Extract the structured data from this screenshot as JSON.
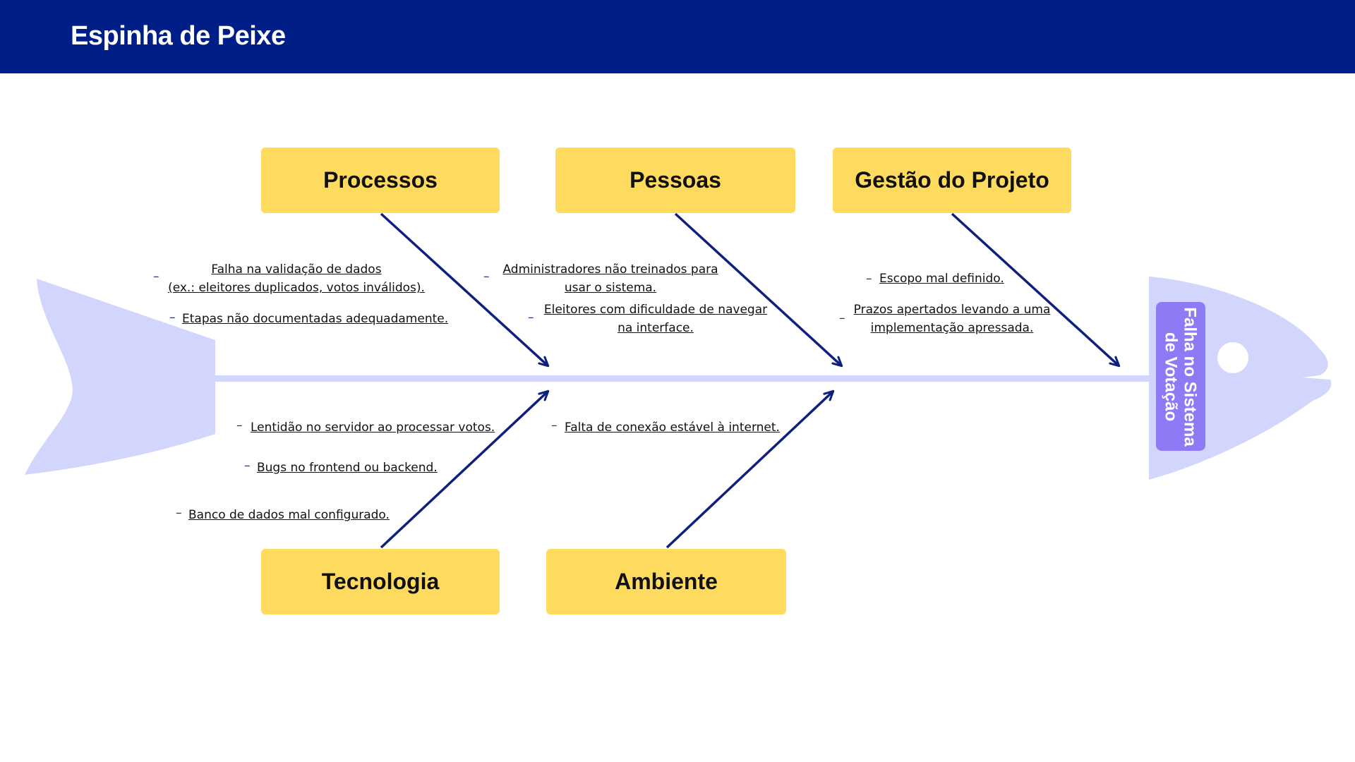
{
  "header": {
    "title": "Espinha de Peixe"
  },
  "problem": {
    "line1": "Falha no Sistema",
    "line2": "de Votação"
  },
  "categories": {
    "processos": {
      "label": "Processos",
      "causes": [
        {
          "line1": "Falha na validação de dados",
          "line2": "(ex.: eleitores duplicados, votos inválidos)."
        },
        {
          "line1": "Etapas não documentadas adequadamente."
        }
      ]
    },
    "pessoas": {
      "label": "Pessoas",
      "causes": [
        {
          "line1": "Administradores não treinados para",
          "line2": "usar o sistema."
        },
        {
          "line1": "Eleitores com dificuldade de navegar",
          "line2": "na interface."
        }
      ]
    },
    "gestao": {
      "label": "Gestão do Projeto",
      "causes": [
        {
          "line1": "Escopo mal definido."
        },
        {
          "line1": "Prazos apertados levando a uma",
          "line2": "implementação apressada."
        }
      ]
    },
    "tecnologia": {
      "label": "Tecnologia",
      "causes": [
        {
          "line1": "Lentidão no servidor ao processar votos."
        },
        {
          "line1": "Bugs no frontend ou backend."
        },
        {
          "line1": "Banco de dados mal configurado."
        }
      ]
    },
    "ambiente": {
      "label": "Ambiente",
      "causes": [
        {
          "line1": "Falta de conexão estável à internet."
        }
      ]
    }
  },
  "bullet_char": "–",
  "colors": {
    "header_bg": "#001e87",
    "category_box": "#fedb5f",
    "fish_body": "#d3d6fc",
    "arrow": "#0e1f7e",
    "problem_box": "#8c7bf4"
  }
}
